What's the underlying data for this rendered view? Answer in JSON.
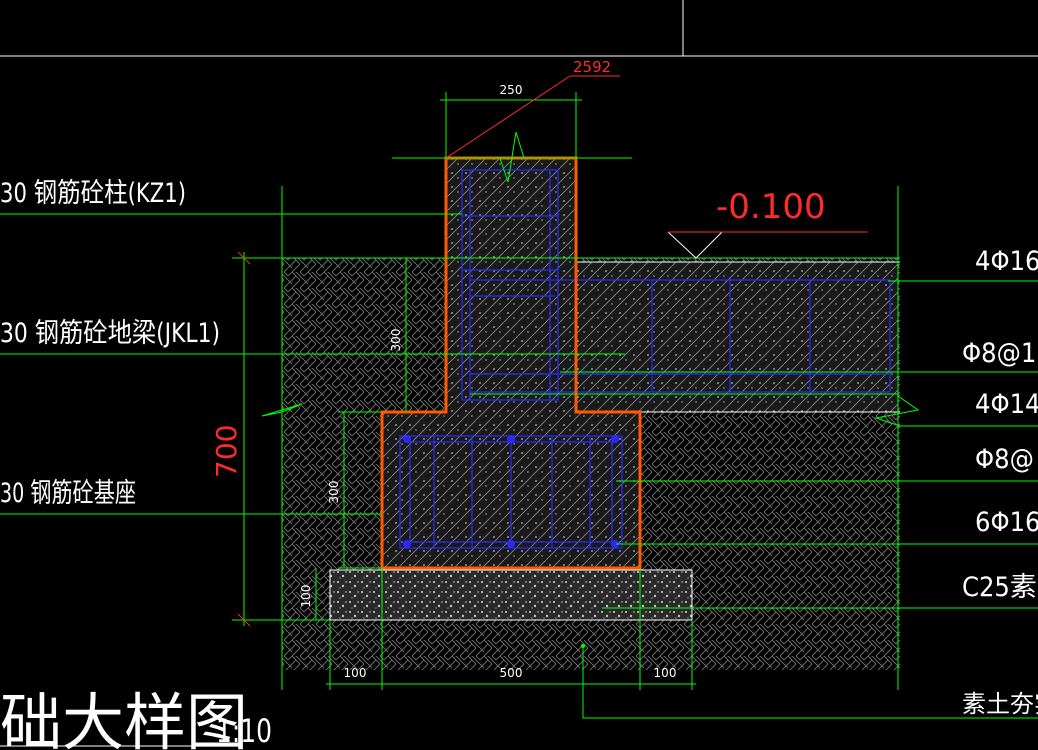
{
  "callouts_left": {
    "column": "30 钢筋砼柱(KZ1)",
    "ground_beam": "30 钢筋砼地梁(JKL1)",
    "base": "30 钢筋砼基座"
  },
  "callouts_right": {
    "top_bars": "4Φ16",
    "stirrup_beam": "Φ8@1",
    "bottom_bars": "4Φ14",
    "stirrup_base": "Φ8@",
    "base_bars": "6Φ16",
    "bedding": "C25素",
    "soil": "素土夯实"
  },
  "elevation": "-0.100",
  "leader_value": "2592",
  "dimensions": {
    "column_width": "250",
    "beam_height": "300",
    "base_height": "300",
    "bedding_height": "100",
    "total_height": "700",
    "bottom_left": "100",
    "bottom_mid": "500",
    "bottom_right": "100"
  },
  "title": {
    "text": "础大样图",
    "scale": "1:10"
  },
  "colors": {
    "background": "#000000",
    "dimension_green": "#00ff00",
    "outline_orange": "#ff5a00",
    "rebar_blue": "#2a2aff",
    "annotation_red": "#ff2a2a"
  }
}
